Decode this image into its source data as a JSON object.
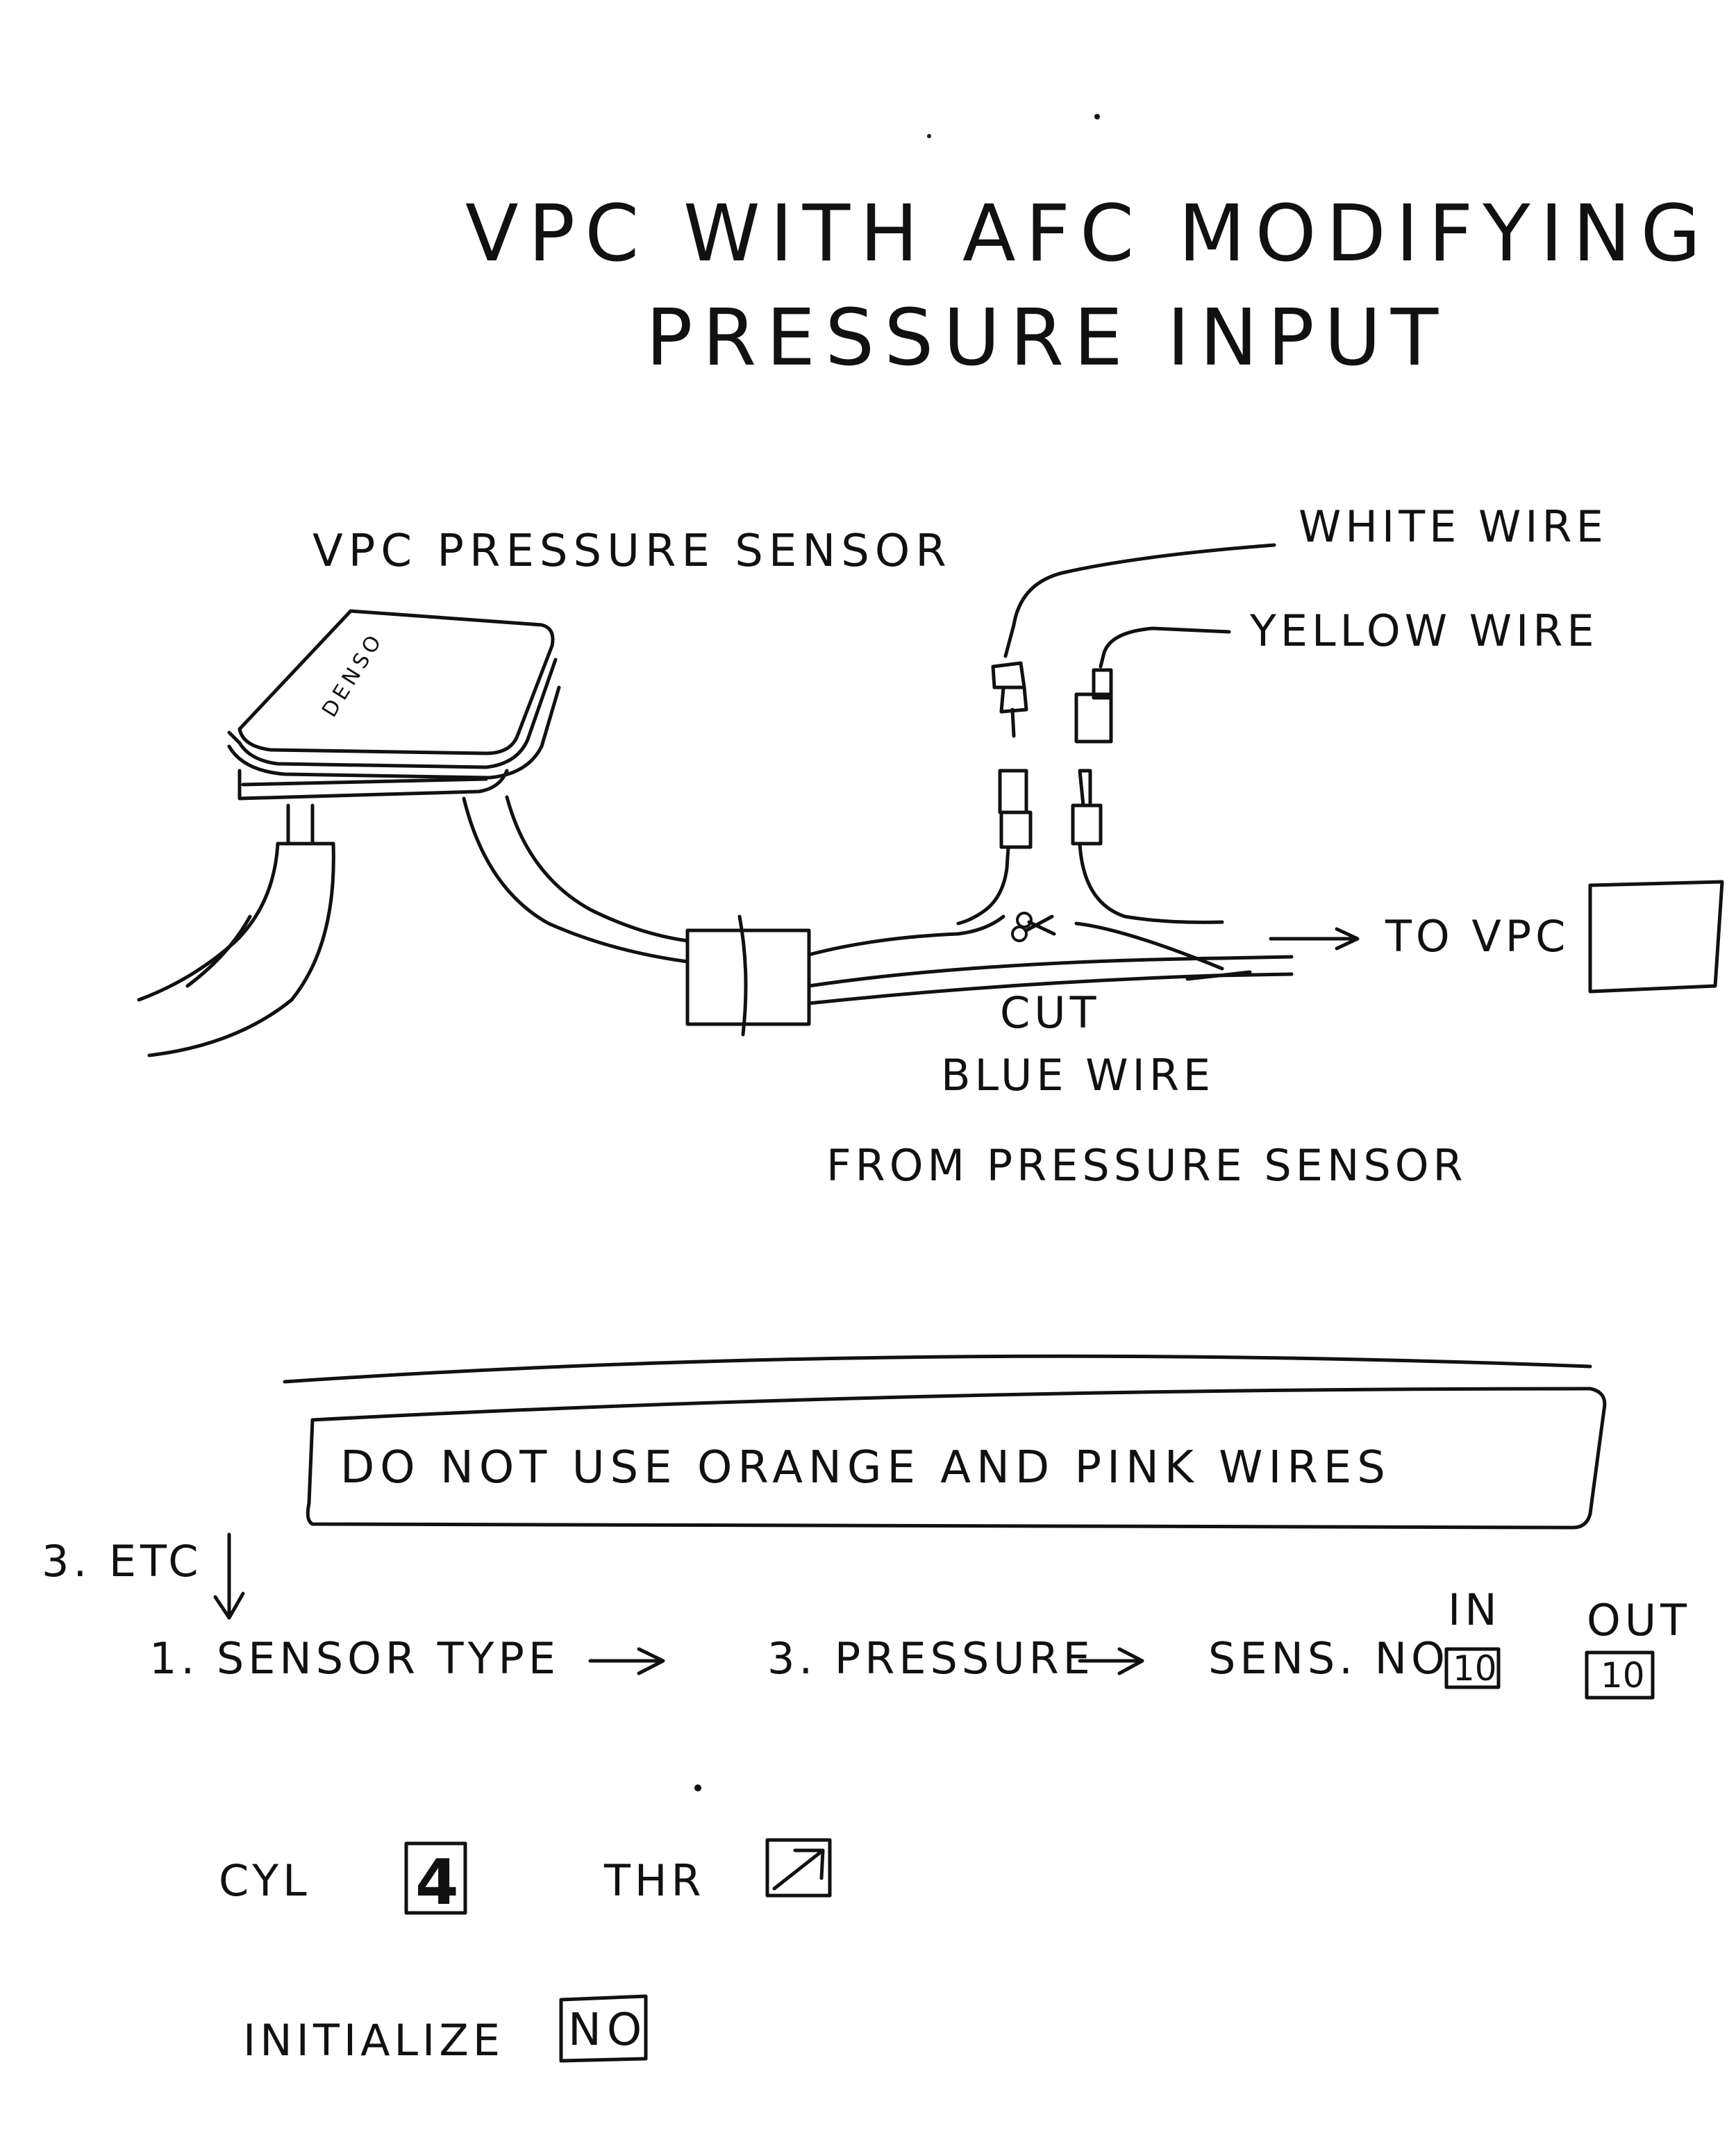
{
  "title": {
    "line1": "VPC WITH AFC MODIFYING",
    "line2": "PRESSURE INPUT"
  },
  "diagram": {
    "sensor_label": "VPC PRESSURE SENSOR",
    "sensor_brand": "DENSO",
    "white_wire": "WHITE WIRE",
    "yellow_wire": "YELLOW WIRE",
    "to_vpc": "TO VPC",
    "cut": "CUT",
    "blue_wire": "BLUE WIRE",
    "from_sensor": "FROM PRESSURE SENSOR",
    "scissors_icon": "scissors-icon"
  },
  "warning": "DO NOT USE ORANGE AND PINK WIRES",
  "settings": {
    "etc": "3. ETC",
    "sensor_type": "1. SENSOR TYPE",
    "pressure": "3. PRESSURE",
    "sens_no": "SENS. NO",
    "in_label": "IN",
    "out_label": "OUT",
    "in_value": "10",
    "out_value": "10",
    "cyl_label": "CYL",
    "cyl_value": "4",
    "thr_label": "THR",
    "thr_icon": "arrow-up-right-icon",
    "initialize_label": "INITIALIZE",
    "initialize_value": "NO"
  }
}
